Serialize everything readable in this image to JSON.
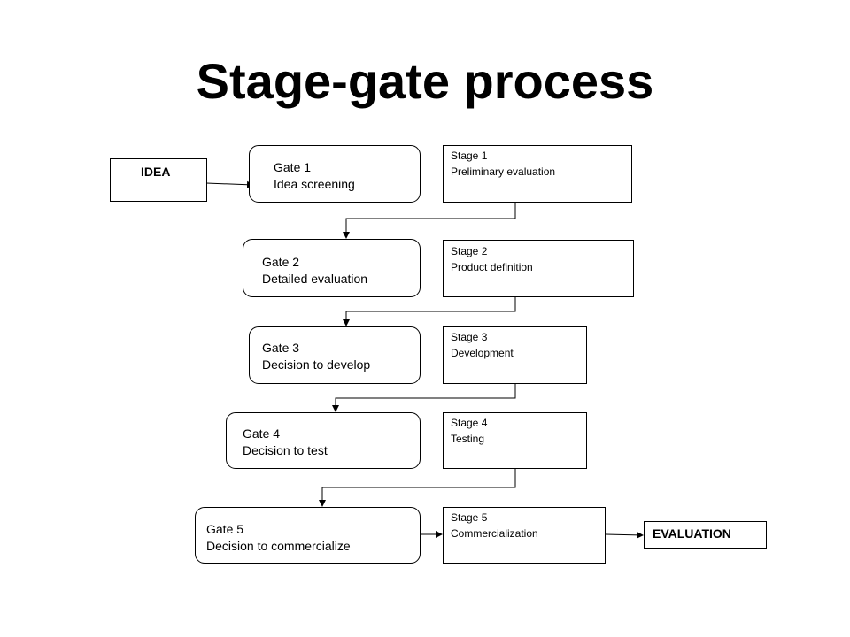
{
  "title": "Stage-gate process",
  "idea": "IDEA",
  "evaluation": "EVALUATION",
  "gates": [
    {
      "name": "Gate 1",
      "desc": "Idea screening"
    },
    {
      "name": "Gate 2",
      "desc": "Detailed evaluation"
    },
    {
      "name": "Gate 3",
      "desc": "Decision to develop"
    },
    {
      "name": "Gate 4",
      "desc": "Decision to test"
    },
    {
      "name": "Gate 5",
      "desc": "Decision to commercialize"
    }
  ],
  "stages": [
    {
      "name": "Stage 1",
      "desc": "Preliminary evaluation"
    },
    {
      "name": "Stage 2",
      "desc": "Product definition"
    },
    {
      "name": "Stage 3",
      "desc": "Development"
    },
    {
      "name": "Stage 4",
      "desc": "Testing"
    },
    {
      "name": "Stage 5",
      "desc": "Commercialization"
    }
  ]
}
